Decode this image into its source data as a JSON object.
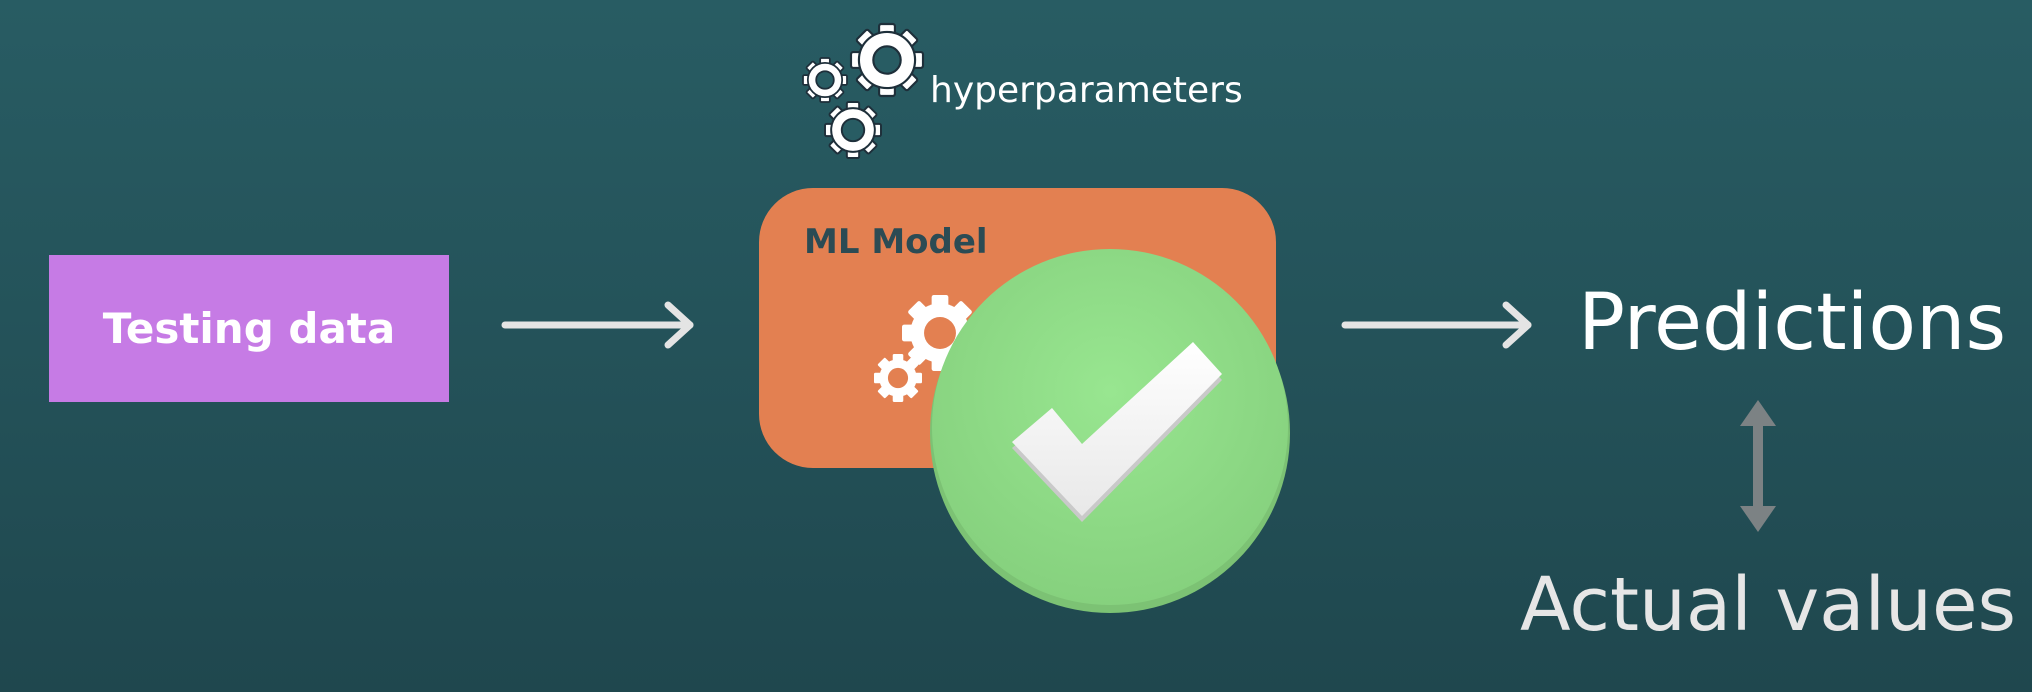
{
  "diagram": {
    "testing_data": "Testing data",
    "model_title": "ML Model",
    "hyperparameters": "hyperparameters",
    "predictions": "Predictions",
    "actual_values": "Actual values"
  },
  "colors": {
    "background": "#245860",
    "testing_box": "#c67be5",
    "model_box": "#e38051",
    "check_circle": "#92e38a",
    "arrow": "#e4e4e4",
    "double_arrow": "#7c8284"
  },
  "icons": [
    "gear-icon",
    "arrow-right-icon",
    "checkmark-icon",
    "double-arrow-icon"
  ]
}
